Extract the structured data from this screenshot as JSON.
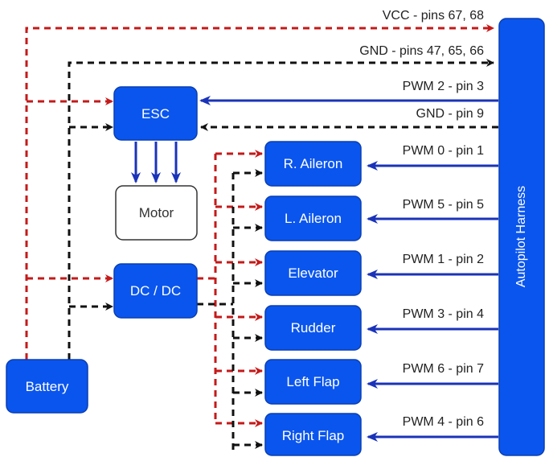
{
  "colors": {
    "block_fill": "#0a55ee",
    "block_stroke": "#0b3fb0",
    "power": "#c41a1a",
    "ground": "#111111",
    "signal": "#1a33b8"
  },
  "blocks": {
    "esc": "ESC",
    "motor": "Motor",
    "dcdc": "DC / DC",
    "battery": "Battery",
    "harness": "Autopilot Harness",
    "servos": [
      "R. Aileron",
      "L. Aileron",
      "Elevator",
      "Rudder",
      "Left Flap",
      "Right Flap"
    ]
  },
  "labels": {
    "vcc": "VCC - pins 67, 68",
    "gnd_main": "GND - pins 47, 65, 66",
    "esc_pwm": "PWM 2 - pin 3",
    "esc_gnd": "GND - pin 9",
    "servo_pwm": [
      "PWM 0 - pin 1",
      "PWM 5 - pin 5",
      "PWM 1 - pin 2",
      "PWM 3 - pin 4",
      "PWM 6 - pin 7",
      "PWM 4 - pin 6"
    ]
  }
}
